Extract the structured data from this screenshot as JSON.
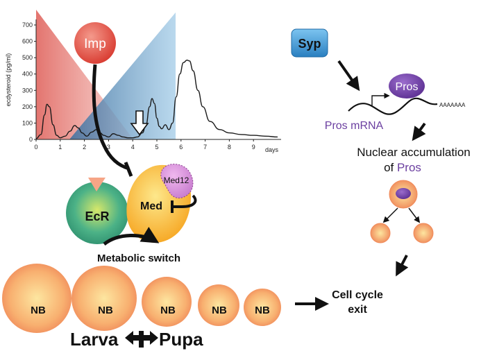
{
  "chart_data": {
    "type": "line",
    "ylabel": "ecdysteroid (pg/ml)",
    "xlabel": "days",
    "xlim": [
      0,
      10
    ],
    "ylim": [
      0,
      700
    ],
    "x_ticks": [
      "0",
      "1",
      "2",
      "3",
      "4",
      "5",
      "6",
      "7",
      "8",
      "9"
    ],
    "y_ticks": [
      "0",
      "100",
      "200",
      "300",
      "400",
      "500",
      "600",
      "700"
    ],
    "series": [
      {
        "x": [
          0,
          0.2,
          0.35,
          0.45,
          0.55,
          0.7,
          0.85,
          1.0,
          1.2,
          1.4,
          1.6,
          1.75,
          1.9,
          2.1,
          2.3,
          2.5,
          2.65,
          2.8,
          3.0,
          3.2,
          3.4,
          3.6,
          3.8,
          4.0,
          4.2,
          4.4,
          4.55,
          4.7,
          4.8,
          4.9,
          5.0,
          5.1,
          5.2,
          5.35,
          5.5,
          5.65,
          5.8,
          5.95,
          6.1,
          6.25,
          6.35,
          6.5,
          6.7,
          6.9,
          7.2,
          7.6,
          8.0,
          8.5,
          9.0,
          9.5,
          10.0
        ],
        "y": [
          5,
          30,
          150,
          215,
          200,
          90,
          25,
          10,
          20,
          50,
          85,
          70,
          40,
          20,
          45,
          60,
          40,
          25,
          15,
          35,
          25,
          15,
          10,
          10,
          15,
          40,
          90,
          200,
          250,
          220,
          130,
          80,
          65,
          90,
          60,
          100,
          260,
          400,
          470,
          485,
          480,
          420,
          300,
          200,
          110,
          60,
          40,
          30,
          25,
          20,
          15
        ]
      }
    ]
  },
  "gradients": {
    "red": "#e06060",
    "blue": "#5a8fbf"
  },
  "labels": {
    "imp": "Imp",
    "syp": "Syp",
    "pros": "Pros",
    "pros_mrna": "Pros mRNA",
    "polya": "AAAAAAA",
    "nuclear_line1": "Nuclear accumulation",
    "nuclear_line2a": "of ",
    "nuclear_line2b": "Pros",
    "med12": "Med12",
    "med": "Med",
    "ecr": "EcR",
    "metabolic": "Metabolic switch",
    "nb": "NB",
    "cell_cycle_1": "Cell cycle",
    "cell_cycle_2": "exit",
    "larva": "Larva",
    "pupa": "Pupa"
  },
  "colors": {
    "pros_purple": "#6b3fa0",
    "imp_red": "#e04a3f",
    "syp_blue": "#3a8fd0",
    "ecr_green": "#3fa98a",
    "med_orange": "#f5a623",
    "med12_pink": "#d98bd4",
    "nb_orange": "#f7a35c"
  }
}
